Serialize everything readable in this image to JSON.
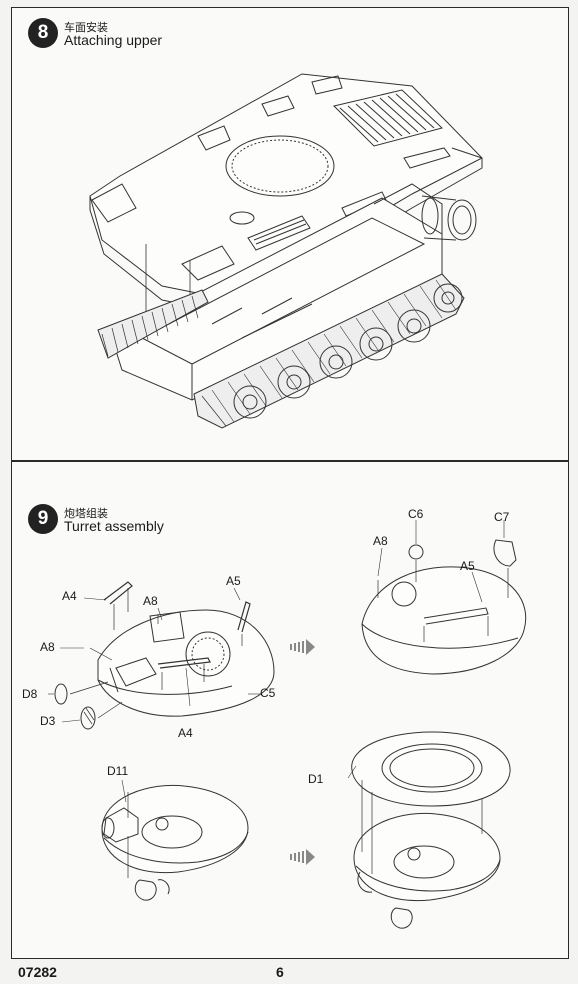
{
  "steps": [
    {
      "number": "8",
      "title_zh": "车面安装",
      "title_en": "Attaching upper"
    },
    {
      "number": "9",
      "title_zh": "炮塔组装",
      "title_en": "Turret assembly"
    }
  ],
  "labels": {
    "a4_top": "A4",
    "a8_top": "A8",
    "a5_left": "A5",
    "a8_left": "A8",
    "d8": "D8",
    "d3": "D3",
    "c5": "C5",
    "a4_bottom": "A4",
    "c6": "C6",
    "c7": "C7",
    "a8_right": "A8",
    "a5_right": "A5",
    "d11": "D11",
    "d1": "D1"
  },
  "icons": {
    "direction": "chevron-right-arrow-icon"
  },
  "footer": {
    "catalog_number": "07282",
    "page_number": "6"
  }
}
